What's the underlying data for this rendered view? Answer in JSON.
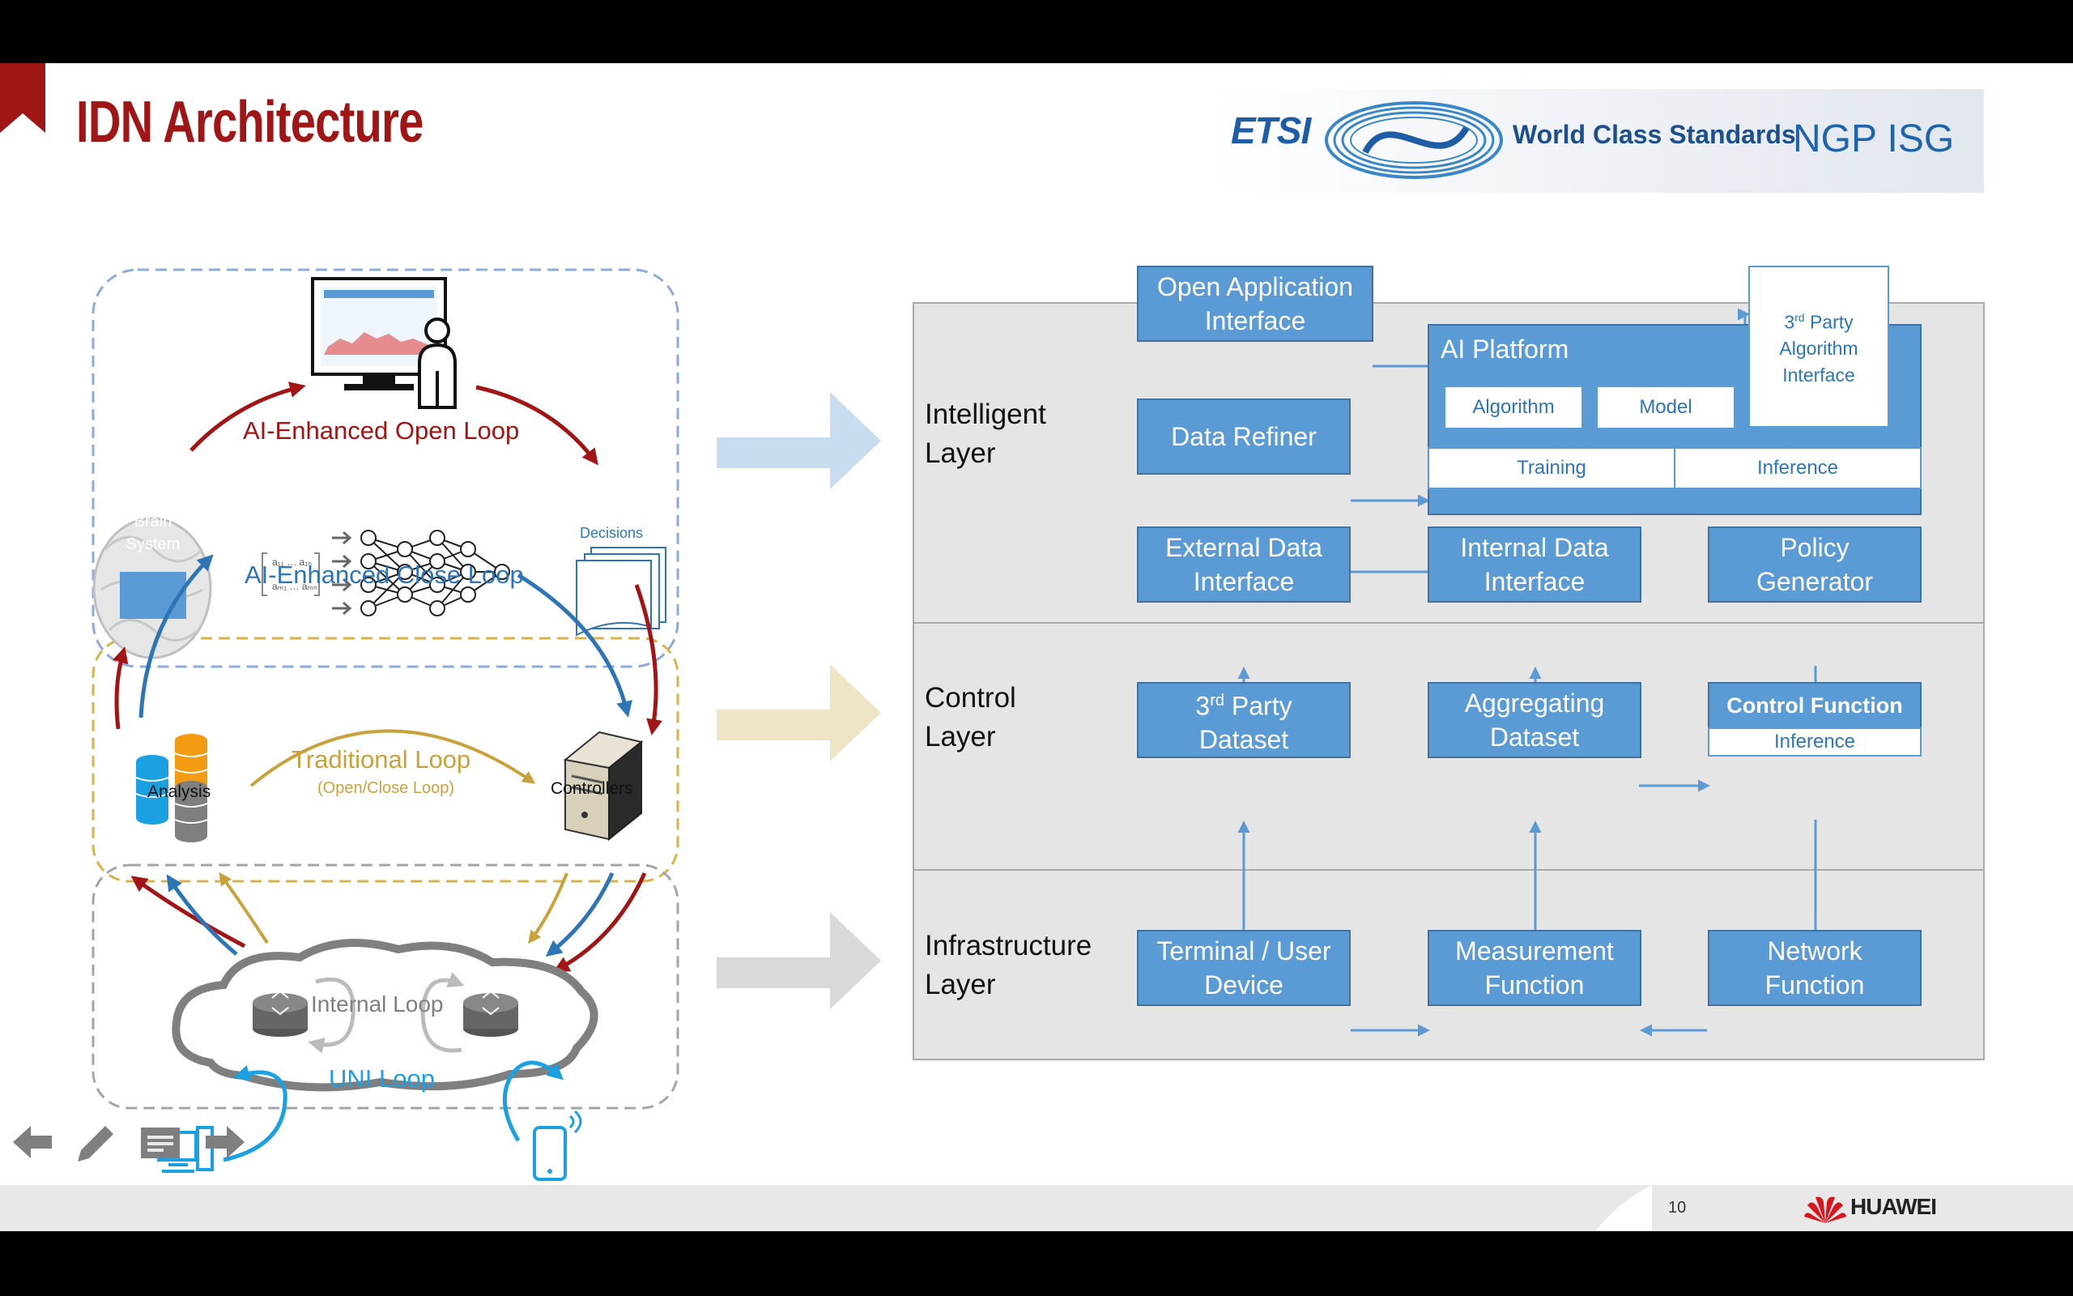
{
  "title": "IDN Architecture",
  "logo": {
    "etsi": "ETSI",
    "tagline": "World Class Standards",
    "group": "NGP ISG"
  },
  "left_diagram": {
    "open_loop": "AI-Enhanced Open Loop",
    "close_loop": "AI-Enhanced Close Loop",
    "brain_line1": "Brain",
    "brain_line2": "System",
    "decisions": "Decisions",
    "traditional_loop": "Traditional Loop",
    "traditional_sub": "(Open/Close Loop)",
    "analysis": "Analysis",
    "controllers": "Controllers",
    "internal_loop": "Internal Loop",
    "uni_loop": "UNI Loop"
  },
  "layers": {
    "intelligent": [
      "Intelligent",
      "Layer"
    ],
    "control": [
      "Control",
      "Layer"
    ],
    "infrastructure": [
      "Infrastructure",
      "Layer"
    ]
  },
  "boxes": {
    "open_app": [
      "Open Application",
      "Interface"
    ],
    "ai_platform": "AI Platform",
    "algorithm": "Algorithm",
    "model": "Model",
    "third_party_algo": [
      "3",
      "rd",
      " Party",
      "Algorithm",
      "Interface"
    ],
    "training": "Training",
    "inference_ai": "Inference",
    "data_refiner": "Data Refiner",
    "external_data": [
      "External Data",
      "Interface"
    ],
    "internal_data": [
      "Internal Data",
      "Interface"
    ],
    "policy_gen": [
      "Policy",
      "Generator"
    ],
    "third_party_dataset": [
      "3",
      "rd",
      " Party",
      "Dataset"
    ],
    "aggregating": [
      "Aggregating",
      "Dataset"
    ],
    "control_function": "Control Function",
    "inference_cf": "Inference",
    "terminal": [
      "Terminal / User",
      "Device"
    ],
    "measurement": [
      "Measurement",
      "Function"
    ],
    "network": [
      "Network",
      "Function"
    ]
  },
  "footer": {
    "page": "10",
    "brand": "HUAWEI"
  },
  "colors": {
    "title_red": "#a01515",
    "box_blue": "#5b9bd5",
    "open_loop": "#a31515",
    "close_loop": "#2e75b6",
    "traditional": "#c9a23b",
    "uni": "#1ba1e2"
  }
}
